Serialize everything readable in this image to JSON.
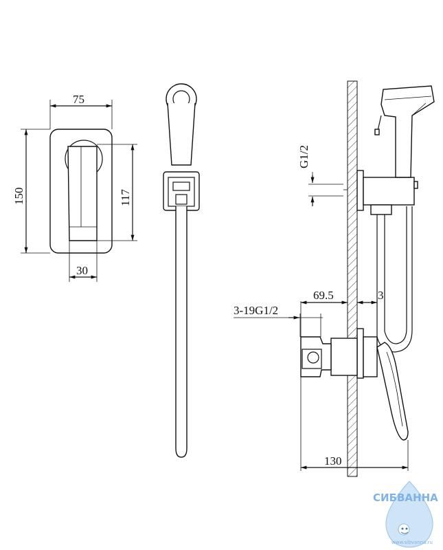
{
  "dimensions": {
    "width_75": "75",
    "height_150": "150",
    "height_117": "117",
    "offset_30": "30",
    "thread_g12": "G1/2",
    "depth_69_5": "69.5",
    "depth_3": "3",
    "thread_3_19": "3-19G1/2",
    "length_130": "130"
  },
  "logo": {
    "brand": "СИБВАННА",
    "url": "www.sibvanna.ru"
  },
  "colors": {
    "line": "#111111",
    "logo": "#7fb3e6"
  }
}
